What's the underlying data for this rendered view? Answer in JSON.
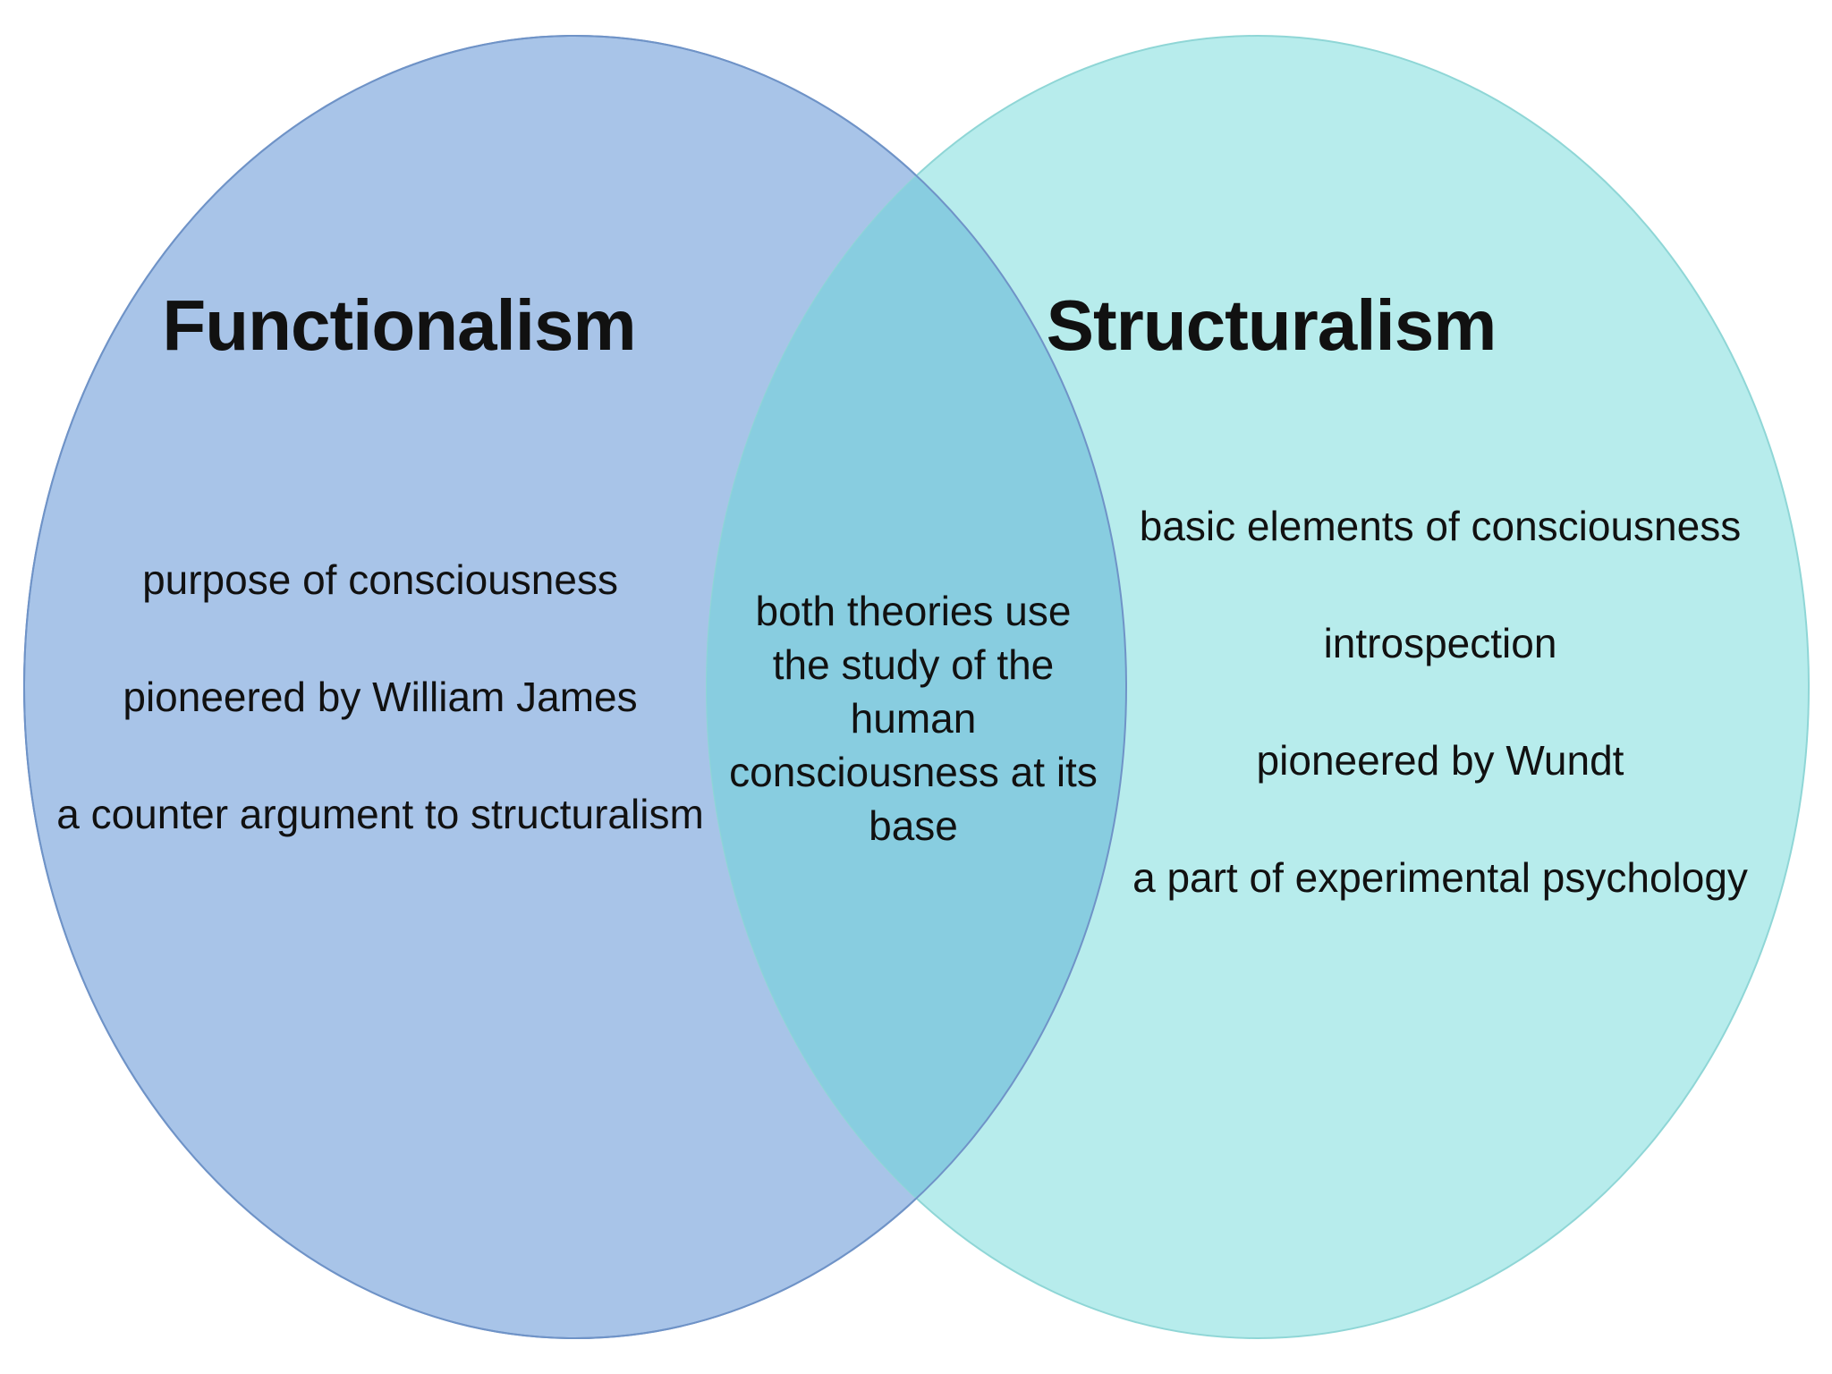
{
  "colors": {
    "left_circle": "#a8c4e8",
    "left_stroke": "#6f93c7",
    "right_circle": "#b7ecec",
    "right_stroke": "#8fd6d6",
    "overlap": "#88cde0"
  },
  "left": {
    "title": "Functionalism",
    "items": [
      "purpose of consciousness",
      "pioneered by William James",
      "a counter argument to structuralism"
    ]
  },
  "right": {
    "title": "Structuralism",
    "items": [
      "basic elements of consciousness",
      "introspection",
      "pioneered by Wundt",
      "a part of experimental psychology"
    ]
  },
  "overlap": {
    "text": "both theories use the study of the human consciousness at its base"
  }
}
